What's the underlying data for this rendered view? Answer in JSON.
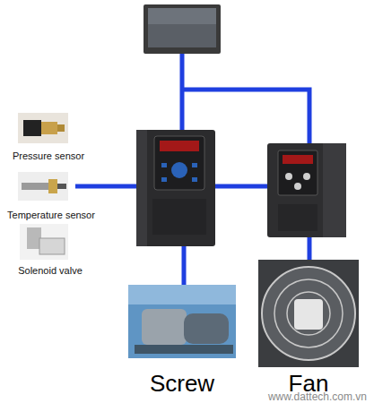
{
  "diagram": {
    "nodes": [
      {
        "text": [
          "Pressure sensor"
        ]
      },
      {
        "text": [
          "Temperature sensor"
        ]
      },
      {
        "text": [
          "Solenoid valve"
        ]
      },
      {
        "text": [
          "Screw"
        ]
      },
      {
        "text": [
          "Fan"
        ]
      }
    ],
    "labels": [
      "www.dattech.com.vn"
    ]
  }
}
